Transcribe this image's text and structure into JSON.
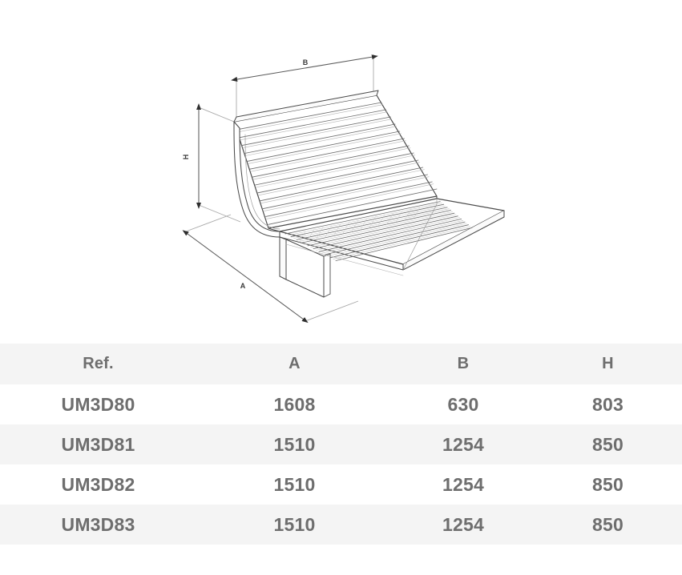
{
  "drawing": {
    "title": "slatted-lounge-chair-isometric-line-drawing",
    "dimension_labels": {
      "a": "A",
      "b": "B",
      "h": "H"
    },
    "line_color": "#4a4a4a",
    "dimension_color": "#8c8c8c"
  },
  "table": {
    "headers": [
      "Ref.",
      "A",
      "B",
      "H"
    ],
    "rows": [
      {
        "ref": "UM3D80",
        "a": "1608",
        "b": "630",
        "h": "803"
      },
      {
        "ref": "UM3D81",
        "a": "1510",
        "b": "1254",
        "h": "850"
      },
      {
        "ref": "UM3D82",
        "a": "1510",
        "b": "1254",
        "h": "850"
      },
      {
        "ref": "UM3D83",
        "a": "1510",
        "b": "1254",
        "h": "850"
      }
    ],
    "header_bg": "#f4f4f4",
    "stripe_bg": "#f4f4f4",
    "text_color": "#6e6e6e"
  }
}
